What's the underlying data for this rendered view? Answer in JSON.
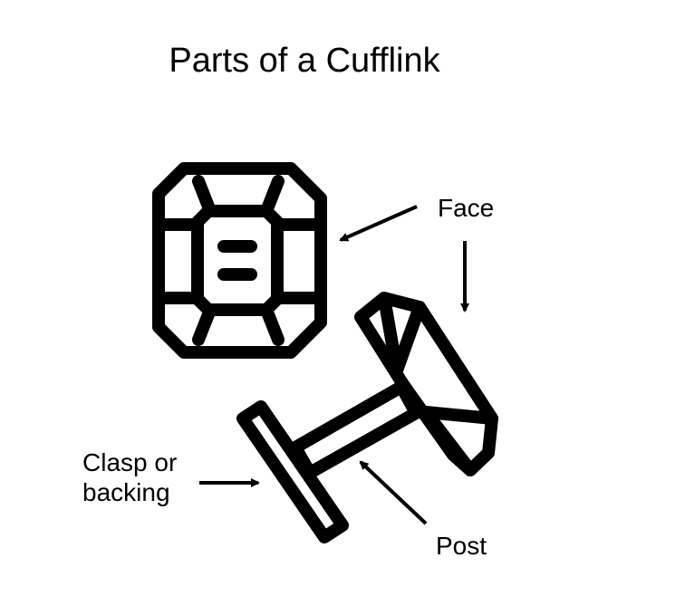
{
  "title": "Parts of a Cufflink",
  "labels": {
    "face": "Face",
    "clasp_line1": "Clasp or",
    "clasp_line2": "backing",
    "post": "Post"
  },
  "colors": {
    "ink": "#000000",
    "background": "#ffffff"
  }
}
